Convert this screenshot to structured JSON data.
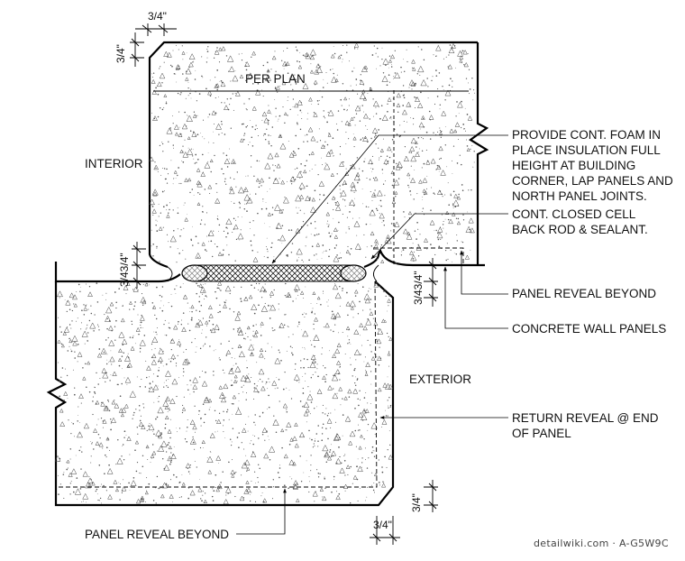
{
  "labels": {
    "per_plan": "PER PLAN",
    "interior": "INTERIOR",
    "exterior": "EXTERIOR",
    "foam_note": [
      "PROVIDE CONT. FOAM IN",
      "PLACE INSULATION FULL",
      "HEIGHT AT BUILDING",
      "CORNER, LAP PANELS AND",
      "NORTH PANEL JOINTS."
    ],
    "backrod_note": [
      "CONT. CLOSED CELL",
      "BACK ROD & SEALANT."
    ],
    "panel_reveal_right": "PANEL REVEAL BEYOND",
    "concrete_wall_panels": "CONCRETE WALL PANELS",
    "return_reveal": [
      "RETURN REVEAL @ END",
      "OF PANEL"
    ],
    "panel_reveal_bottom": "PANEL REVEAL BEYOND"
  },
  "dimensions": {
    "top_chamfer_width": "3/4\"",
    "top_chamfer_height": "3/4\"",
    "joint_left": "3/43/4\"",
    "joint_right": "3/43/4\"",
    "bottom_chamfer_height": "3/4\"",
    "bottom_chamfer_width": "3/4\""
  },
  "watermark": "detailwiki.com · A-G5W9C",
  "colors": {
    "line": "#000000",
    "background": "#ffffff"
  }
}
